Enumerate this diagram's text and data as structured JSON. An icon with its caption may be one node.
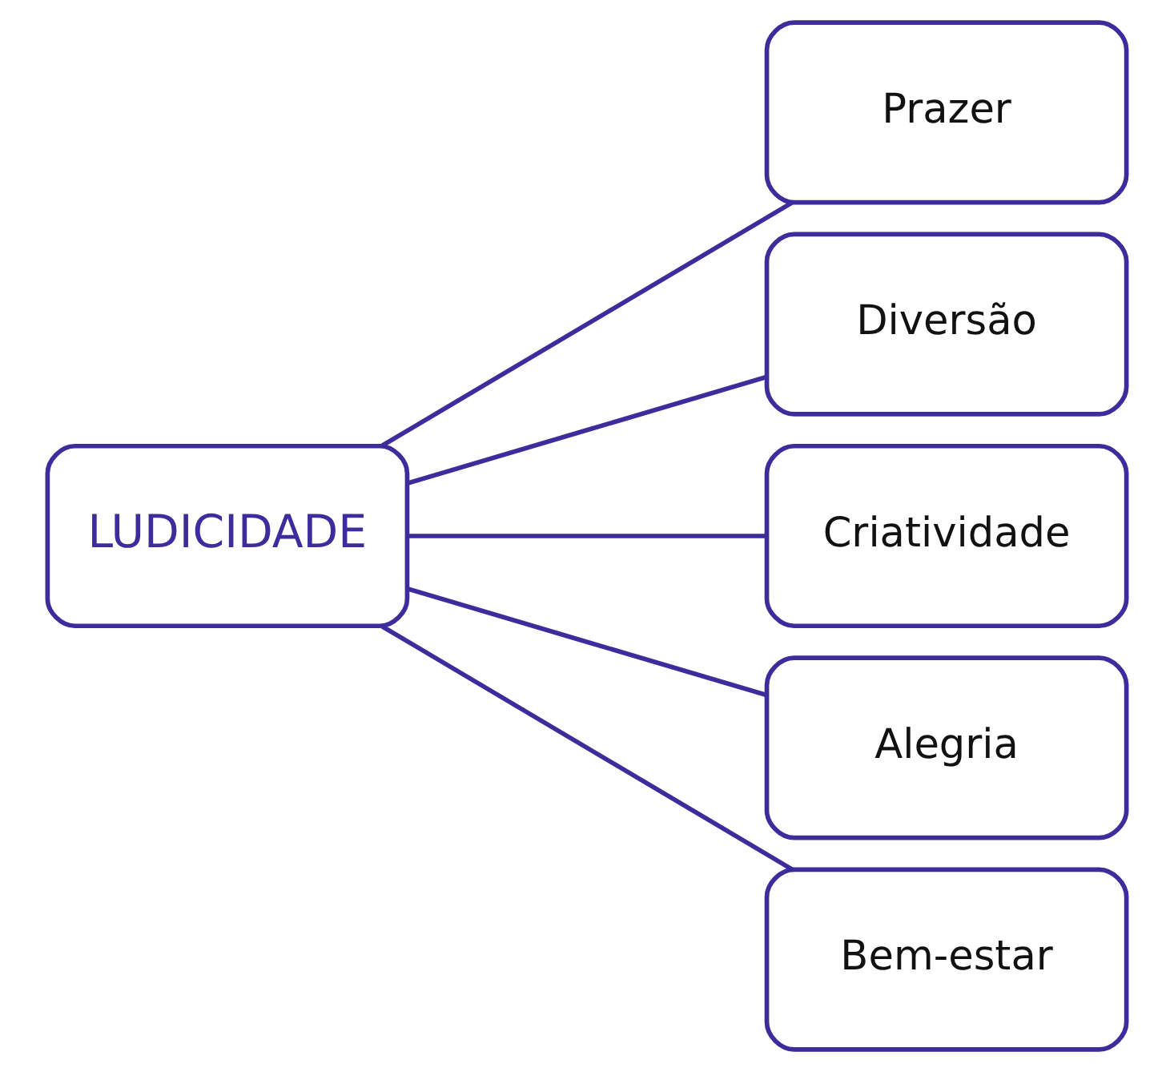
{
  "diagram": {
    "nodes": [
      {
        "text": [
          "LUDICIDADE"
        ]
      },
      {
        "text": [
          "Prazer"
        ]
      },
      {
        "text": [
          "Diversão"
        ]
      },
      {
        "text": [
          "Criatividade"
        ]
      },
      {
        "text": [
          "Alegria"
        ]
      },
      {
        "text": [
          "Bem-estar"
        ]
      }
    ],
    "edges": [
      {
        "from": 0,
        "to": 1,
        "arrow": "none"
      },
      {
        "from": 0,
        "to": 2,
        "arrow": "none"
      },
      {
        "from": 0,
        "to": 3,
        "arrow": "none"
      },
      {
        "from": 0,
        "to": 4,
        "arrow": "none"
      },
      {
        "from": 0,
        "to": 5,
        "arrow": "none"
      }
    ]
  }
}
